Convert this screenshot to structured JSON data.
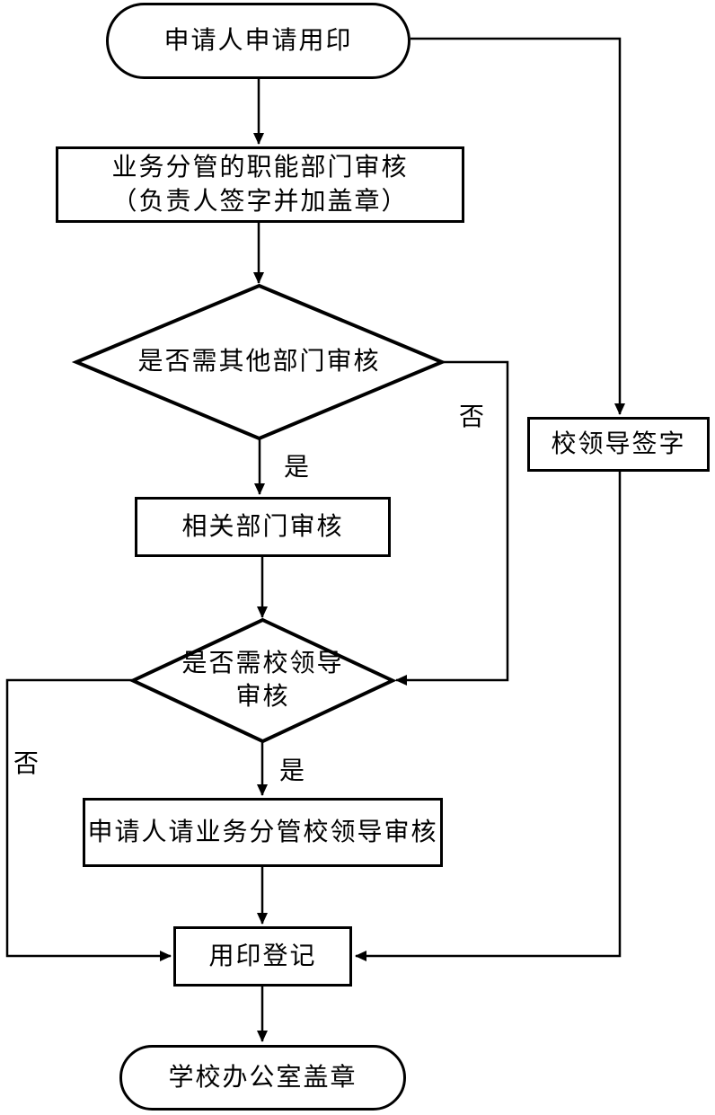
{
  "flowchart": {
    "colors": {
      "bg": "#ffffff",
      "line": "#000000",
      "text": "#000000"
    },
    "nodes": {
      "start": {
        "type": "terminator",
        "label": "申请人申请用印"
      },
      "dept_review": {
        "type": "process",
        "line1": "业务分管的职能部门审核",
        "line2": "（负责人签字并加盖章）"
      },
      "decision_other": {
        "type": "decision",
        "label": "是否需其他部门审核"
      },
      "related_review": {
        "type": "process",
        "label": "相关部门审核"
      },
      "decision_leader": {
        "type": "decision",
        "line1": "是否需校领导",
        "line2": "审核"
      },
      "leader_request": {
        "type": "process",
        "label": "申请人请业务分管校领导审核"
      },
      "leader_sign": {
        "type": "process",
        "label": "校领导签字"
      },
      "seal_register": {
        "type": "process",
        "label": "用印登记"
      },
      "end": {
        "type": "terminator",
        "label": "学校办公室盖章"
      }
    },
    "edge_labels": {
      "yes1": "是",
      "no1": "否",
      "yes2": "是",
      "no2": "否"
    },
    "edges": [
      {
        "from": "start",
        "to": "dept_review",
        "label": ""
      },
      {
        "from": "dept_review",
        "to": "decision_other",
        "label": ""
      },
      {
        "from": "decision_other",
        "to": "related_review",
        "label": "是"
      },
      {
        "from": "decision_other",
        "to": "decision_leader",
        "label": "否"
      },
      {
        "from": "related_review",
        "to": "decision_leader",
        "label": ""
      },
      {
        "from": "decision_leader",
        "to": "leader_request",
        "label": "是"
      },
      {
        "from": "decision_leader",
        "to": "seal_register",
        "label": "否"
      },
      {
        "from": "leader_request",
        "to": "seal_register",
        "label": ""
      },
      {
        "from": "start",
        "to": "leader_sign",
        "label": ""
      },
      {
        "from": "leader_sign",
        "to": "seal_register",
        "label": ""
      },
      {
        "from": "seal_register",
        "to": "end",
        "label": ""
      }
    ]
  }
}
